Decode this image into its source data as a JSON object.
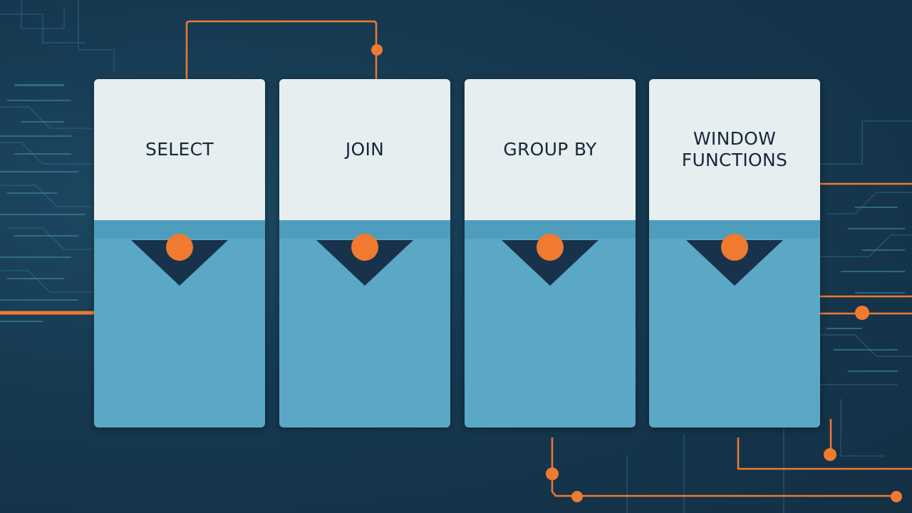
{
  "cards": [
    {
      "label": "SELECT"
    },
    {
      "label": "JOIN"
    },
    {
      "label": "GROUP BY"
    },
    {
      "label": "WINDOW FUNCTIONS"
    }
  ],
  "colors": {
    "background": "#16344a",
    "card_top": "#e6eef0",
    "card_body": "#5ba7c6",
    "chevron": "#17324a",
    "accent": "#f07a30"
  }
}
